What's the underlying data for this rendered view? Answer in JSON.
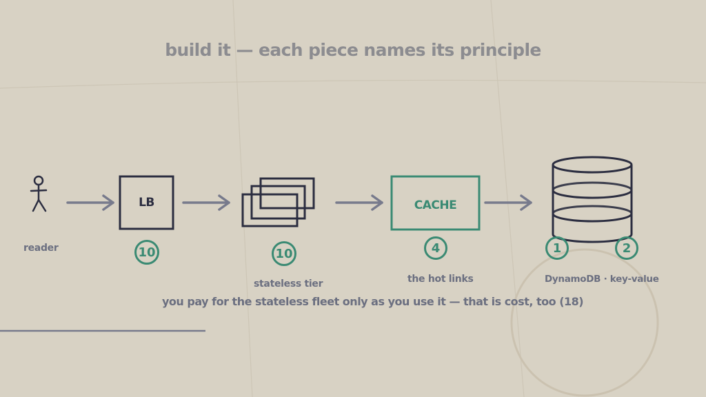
{
  "title": "build it — each piece names its principle",
  "nodes": {
    "reader": {
      "label": "reader"
    },
    "lb": {
      "text": "LB",
      "badge": "10"
    },
    "stateless": {
      "label": "stateless tier",
      "badge": "10"
    },
    "cache": {
      "text": "CACHE",
      "label": "the hot links",
      "badge": "4"
    },
    "db": {
      "label": "DynamoDB · key-value",
      "badge_left": "1",
      "badge_right": "2"
    }
  },
  "caption": "you pay for the stateless fleet only as you use it — that is cost, too  (18)",
  "colors": {
    "background": "#d8d2c4",
    "ink": "#2b2d40",
    "accent": "#3a8a73",
    "arrow": "#777a8c",
    "muted": "#8c8c90",
    "label": "#6b6f80"
  }
}
